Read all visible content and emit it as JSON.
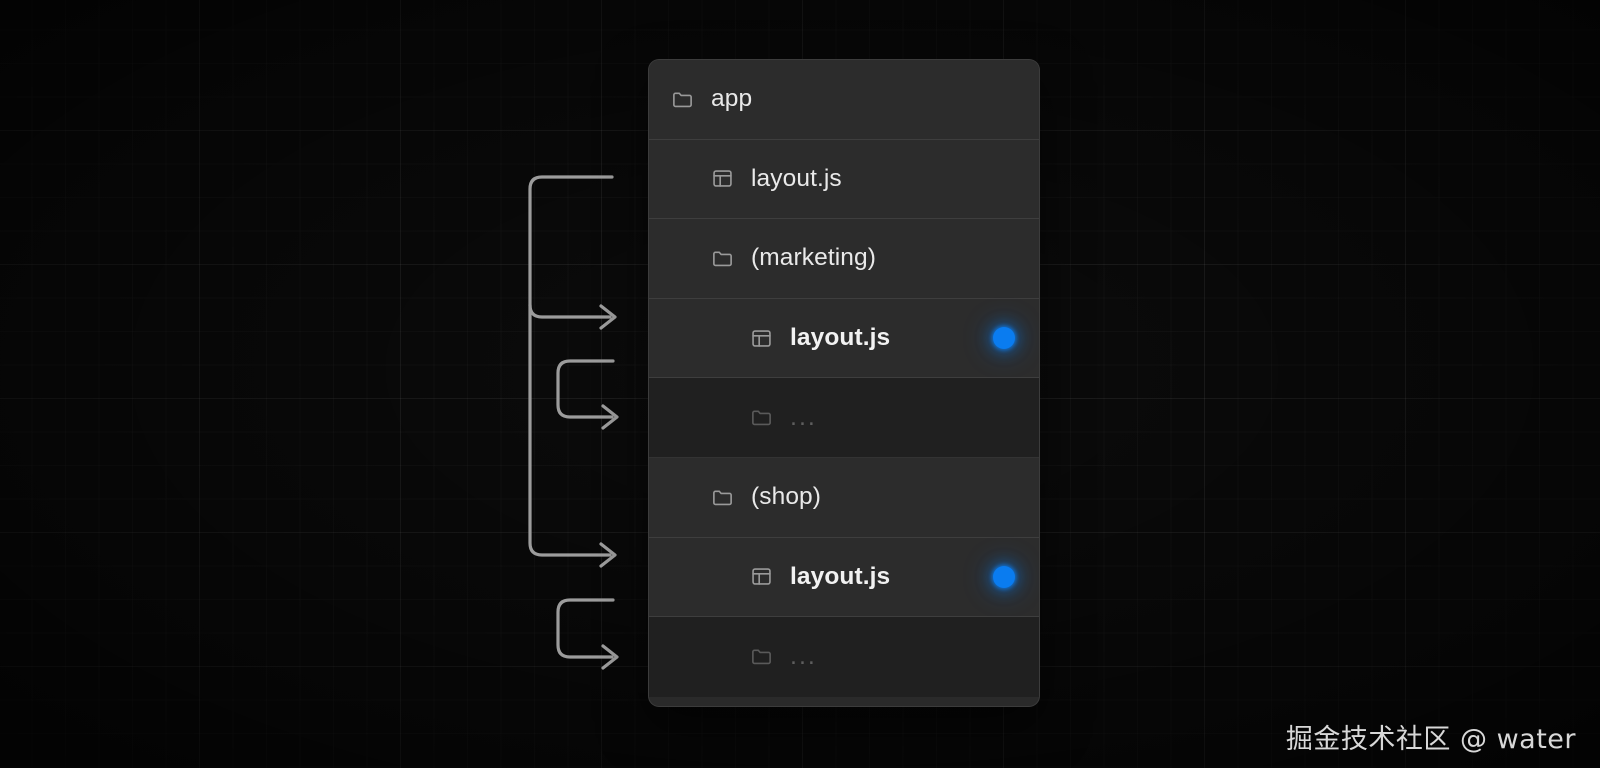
{
  "canvas": {
    "background_color": "#0c0c0c",
    "grid": "dark-graph-grid"
  },
  "tree_card": {
    "accent_color": "#0a7cf0",
    "rows": [
      {
        "label": "app",
        "icon": "folder-icon",
        "indent": 0,
        "bold": false,
        "dimmed": false,
        "has_dot": false
      },
      {
        "label": "layout.js",
        "icon": "layout-icon",
        "indent": 1,
        "bold": false,
        "dimmed": false,
        "has_dot": false
      },
      {
        "label": "(marketing)",
        "icon": "folder-icon",
        "indent": 1,
        "bold": false,
        "dimmed": false,
        "has_dot": false
      },
      {
        "label": "layout.js",
        "icon": "layout-icon",
        "indent": 2,
        "bold": true,
        "dimmed": false,
        "has_dot": true
      },
      {
        "label": "...",
        "icon": "folder-icon",
        "indent": 2,
        "bold": false,
        "dimmed": true,
        "has_dot": false
      },
      {
        "label": "(shop)",
        "icon": "folder-icon",
        "indent": 1,
        "bold": false,
        "dimmed": false,
        "has_dot": false
      },
      {
        "label": "layout.js",
        "icon": "layout-icon",
        "indent": 2,
        "bold": true,
        "dimmed": false,
        "has_dot": true
      },
      {
        "label": "...",
        "icon": "folder-icon",
        "indent": 2,
        "bold": false,
        "dimmed": true,
        "has_dot": false
      }
    ]
  },
  "connectors": {
    "stroke_color": "#9c9c9c",
    "description": "bracket connectors pointing at the two highlighted layout.js rows and the two nested '...' rows"
  },
  "watermark": {
    "text": "掘金技术社区 @ water"
  }
}
